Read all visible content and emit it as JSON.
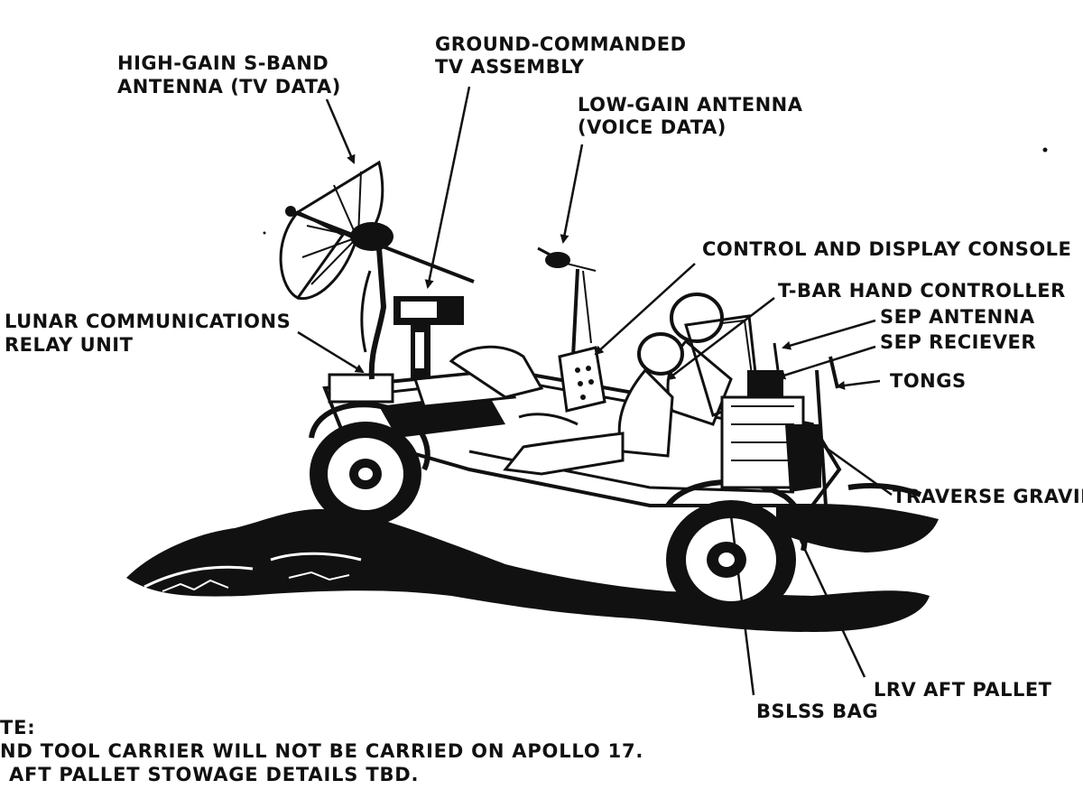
{
  "labels": {
    "high_gain_1": "HIGH-GAIN S-BAND",
    "high_gain_2": "ANTENNA (TV DATA)",
    "tv_1": "GROUND-COMMANDED",
    "tv_2": "TV ASSEMBLY",
    "low_gain_1": "LOW-GAIN ANTENNA",
    "low_gain_2": "(VOICE DATA)",
    "control_display": "CONTROL AND DISPLAY CONSOLE",
    "t_bar": "T-BAR HAND CONTROLLER",
    "sep_antenna": "SEP ANTENNA",
    "sep_receiver": "SEP RECIEVER",
    "tongs": "TONGS",
    "lcru_1": "LUNAR COMMUNICATIONS",
    "lcru_2": "RELAY UNIT",
    "gravimeter": "TRAVERSE GRAVIME",
    "aft_pallet": "LRV AFT PALLET",
    "bslss": "BSLSS BAG"
  },
  "notes": {
    "heading": "TE:",
    "line1": "ND TOOL CARRIER WILL NOT BE CARRIED ON APOLLO 17.",
    "line2": "AFT PALLET STOWAGE DETAILS TBD."
  }
}
